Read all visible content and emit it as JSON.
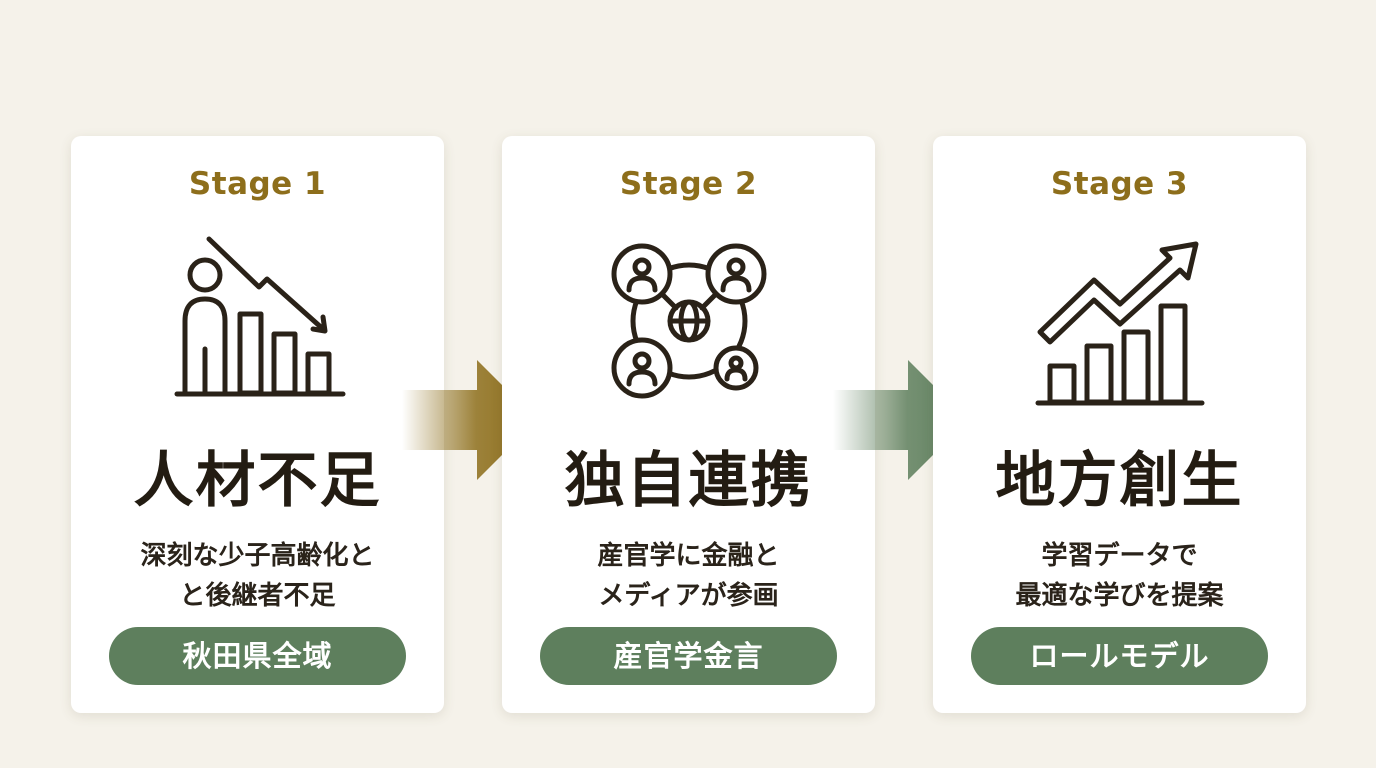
{
  "stages": [
    {
      "label": "Stage 1",
      "icon": "population-decline-chart-icon",
      "title": "人材不足",
      "desc_line1": "深刻な少子高齢化と",
      "desc_line2": "と後継者不足",
      "tag": "秋田県全域"
    },
    {
      "label": "Stage 2",
      "icon": "network-people-globe-icon",
      "title": "独自連携",
      "desc_line1": "産官学に金融と",
      "desc_line2": "メディアが参画",
      "tag": "産官学金言"
    },
    {
      "label": "Stage 3",
      "icon": "growth-chart-arrow-icon",
      "title": "地方創生",
      "desc_line1": "学習データで",
      "desc_line2": "最適な学びを提案",
      "tag": "ロールモデル"
    }
  ],
  "colors": {
    "background": "#f5f2ea",
    "stage_label": "#8d6e1b",
    "pill": "#5e7f5d",
    "arrow_1": "#8d6e1b",
    "arrow_2": "#5e7f5d",
    "icon_stroke": "#2a2218"
  }
}
